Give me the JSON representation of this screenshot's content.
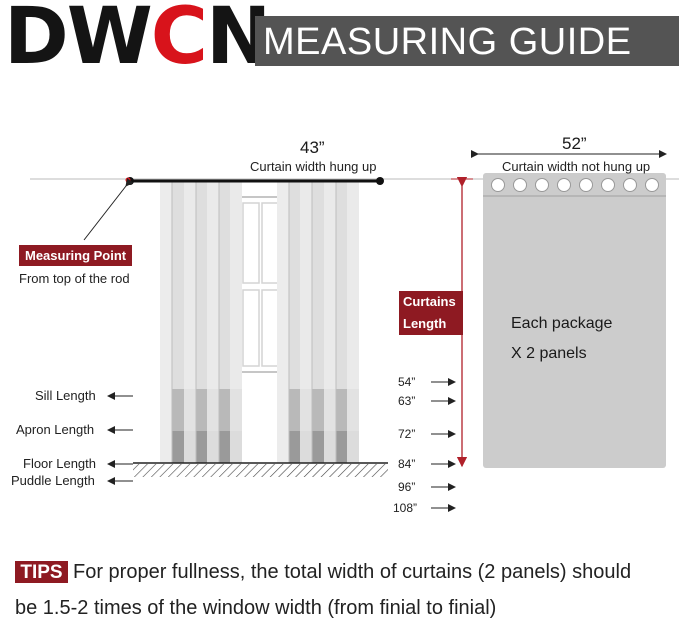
{
  "brand": {
    "logo_dark": "DW",
    "logo_red": "C",
    "logo_red2": "N"
  },
  "header": {
    "title": "MEASURING GUIDE"
  },
  "hung": {
    "width": "43”",
    "caption": "Curtain width  hung up"
  },
  "unhung": {
    "width": "52”",
    "caption": "Curtain width not hung up"
  },
  "measuring_point": {
    "badge": "Measuring Point",
    "caption": "From top of the rod"
  },
  "curtains_length": {
    "badge_line1": "Curtains",
    "badge_line2": "Length"
  },
  "package": {
    "line1": "Each package",
    "line2": "X 2 panels"
  },
  "length_types": [
    "Sill Length",
    "Apron Length",
    "Floor Length",
    "Puddle Length"
  ],
  "lengths": [
    "54”",
    "63”",
    "72”",
    "84”",
    "96”",
    "108”"
  ],
  "tips": {
    "badge": "TIPS",
    "line1": "For proper fullness, the total width of curtains (2 panels) should",
    "line2": "be 1.5-2 times of the window width (from finial to finial)"
  },
  "colors": {
    "accent": "#8e1a22",
    "logo_red": "#d8131b",
    "title_bar": "#545454",
    "panel": "#cccccc"
  }
}
